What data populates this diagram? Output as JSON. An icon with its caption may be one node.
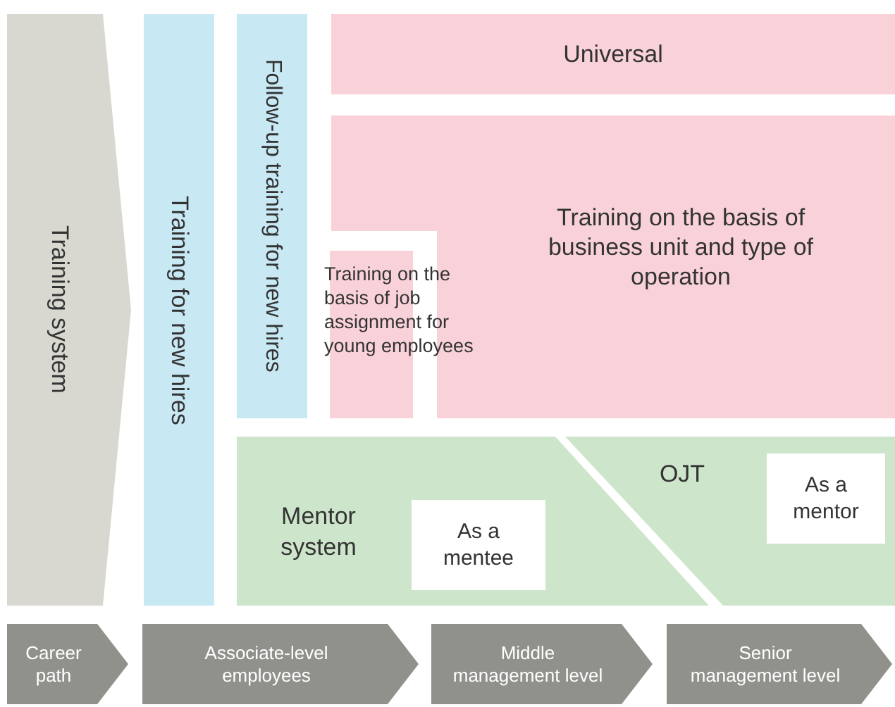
{
  "diagram": {
    "nodes": [
      {
        "text": [
          "Training system"
        ]
      },
      {
        "text": [
          "Training for new hires"
        ]
      },
      {
        "text": [
          "Follow-up training for new hires"
        ]
      },
      {
        "text": [
          "Universal"
        ]
      },
      {
        "text": [
          "Training on the basis of business unit and type of operation"
        ]
      },
      {
        "text": [
          "Training on the basis of job assignment for young employees"
        ]
      },
      {
        "text": [
          "Mentor system"
        ]
      },
      {
        "text": [
          "As a mentee"
        ],
        "in": 6
      },
      {
        "text": [
          "OJT"
        ]
      },
      {
        "text": [
          "As a mentor"
        ],
        "in": 8
      },
      {
        "text": [
          "Career path"
        ]
      },
      {
        "text": [
          "Associate-level employees"
        ]
      },
      {
        "text": [
          "Middle management level"
        ]
      },
      {
        "text": [
          "Senior management level"
        ]
      }
    ]
  }
}
